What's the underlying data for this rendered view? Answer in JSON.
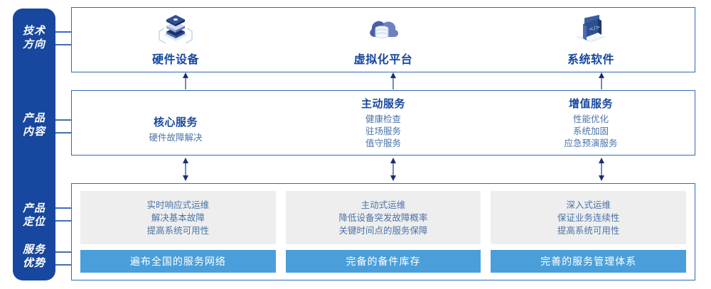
{
  "rail": {
    "labels": [
      {
        "name": "tech-direction",
        "line1": "技术",
        "line2": "方向"
      },
      {
        "name": "product-content",
        "line1": "产品",
        "line2": "内容"
      },
      {
        "name": "product-position",
        "line1": "产品",
        "line2": "定位"
      },
      {
        "name": "service-advantage",
        "line1": "服务",
        "line2": "优势"
      }
    ]
  },
  "colors": {
    "rail_blue": "#17479e",
    "border_blue": "#2f6ab5",
    "title_blue": "#17479e",
    "body_blue": "#4a73a8",
    "bar_blue": "#4a9fda",
    "grey": "#eeeeee"
  },
  "tech": {
    "items": [
      {
        "icon": "server-stack-icon",
        "title": "硬件设备"
      },
      {
        "icon": "cloud-database-icon",
        "title": "虚拟化平台"
      },
      {
        "icon": "laptop-code-icon",
        "title": "系统软件"
      }
    ]
  },
  "content": {
    "items": [
      {
        "title": "核心服务",
        "lines": [
          "硬件故障解决"
        ]
      },
      {
        "title": "主动服务",
        "lines": [
          "健康检查",
          "驻场服务",
          "值守服务"
        ]
      },
      {
        "title": "增值服务",
        "lines": [
          "性能优化",
          "系统加固",
          "应急预演服务"
        ]
      }
    ]
  },
  "positioning": {
    "items": [
      {
        "lines": [
          "实时响应式运维",
          "解决基本故障",
          "提高系统可用性"
        ]
      },
      {
        "lines": [
          "主动式运维",
          "降低设备突发故障概率",
          "关键时间点的服务保障"
        ]
      },
      {
        "lines": [
          "深入式运维",
          "保证业务连续性",
          "提高系统可用性"
        ]
      }
    ]
  },
  "advantages": {
    "items": [
      {
        "label": "遍布全国的服务网络"
      },
      {
        "label": "完备的备件库存"
      },
      {
        "label": "完善的服务管理体系"
      }
    ]
  }
}
